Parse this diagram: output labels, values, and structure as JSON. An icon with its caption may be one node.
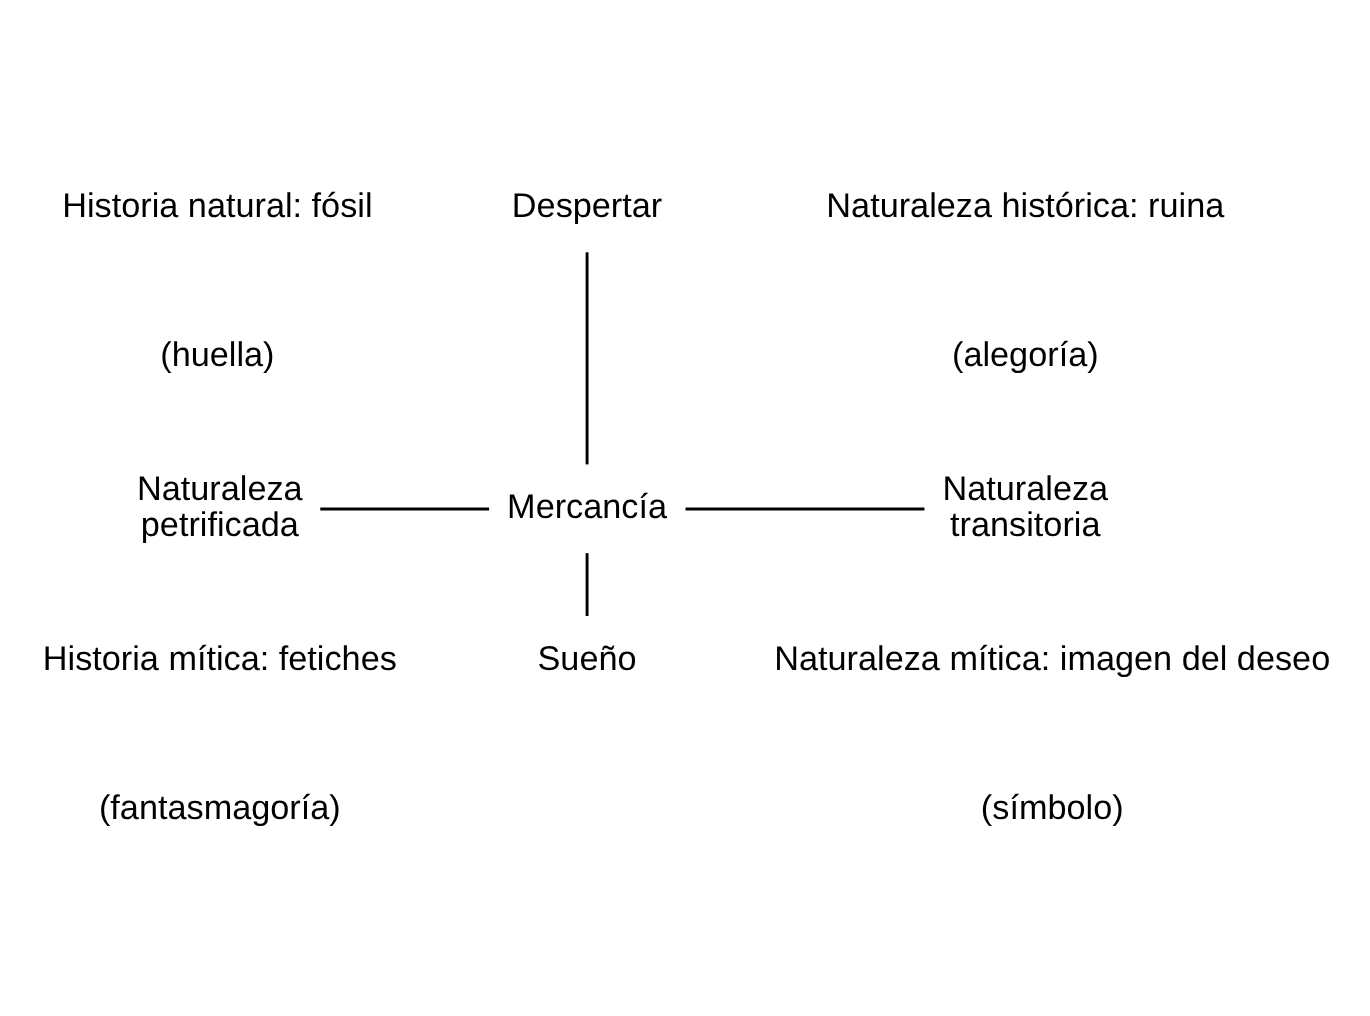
{
  "diagram": {
    "nodes": [
      {
        "text": [
          "Despertar"
        ]
      },
      {
        "text": [
          "Naturaleza petrificada"
        ]
      },
      {
        "text": [
          "Mercancía"
        ]
      },
      {
        "text": [
          "Naturaleza transitoria"
        ]
      },
      {
        "text": [
          "Sueño"
        ]
      }
    ],
    "edges": [
      {
        "from": 0,
        "to": 2,
        "arrow": "none"
      },
      {
        "from": 1,
        "to": 2,
        "arrow": "none"
      },
      {
        "from": 2,
        "to": 3,
        "arrow": "none"
      },
      {
        "from": 2,
        "to": 4,
        "arrow": "none"
      }
    ],
    "labels": [
      "Historia natural: fósil",
      "(huella)",
      "Naturaleza histórica: ruina",
      "(alegoría)",
      "Historia mítica: fetiches",
      "(fantasmagoría)",
      "Naturaleza mítica: imagen del deseo",
      "(símbolo)"
    ]
  }
}
